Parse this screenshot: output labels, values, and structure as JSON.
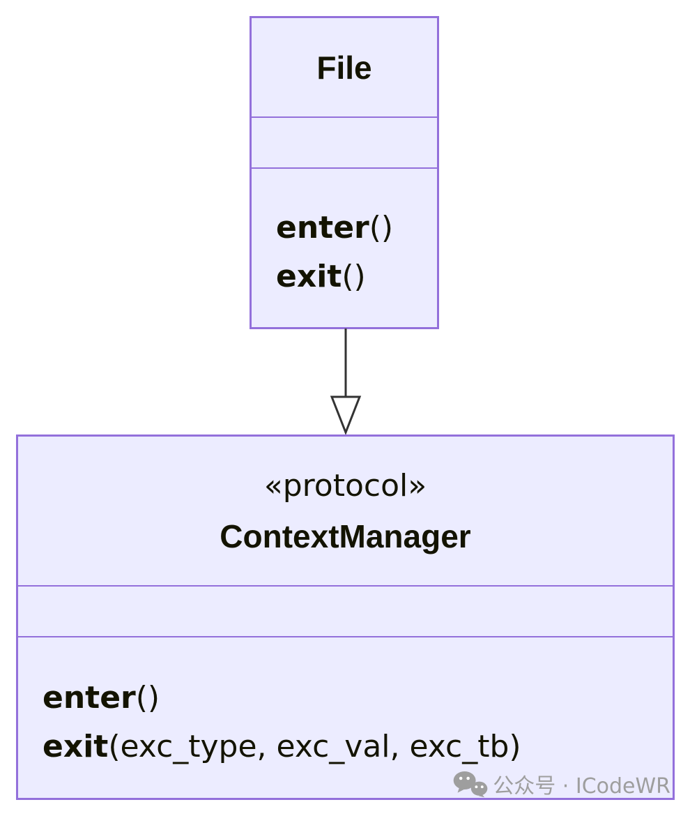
{
  "colors": {
    "box_fill": "#ECECFF",
    "box_border": "#9370DB",
    "text": "#131300",
    "line": "#333333",
    "watermark": "#9e9e9e"
  },
  "classes": [
    {
      "name": "File",
      "stereotype": "",
      "attributes": [],
      "methods": [
        {
          "name": "enter",
          "sig": "()"
        },
        {
          "name": "exit",
          "sig": "()"
        }
      ]
    },
    {
      "name": "ContextManager",
      "stereotype": "«protocol»",
      "attributes": [],
      "methods": [
        {
          "name": "enter",
          "sig": "()"
        },
        {
          "name": "exit",
          "sig": "(exc_type, exc_val, exc_tb)"
        }
      ]
    }
  ],
  "relation": {
    "from": "File",
    "to": "ContextManager",
    "type": "realization"
  },
  "watermark": {
    "icon": "wechat-icon",
    "text": "公众号 · ICodeWR"
  }
}
